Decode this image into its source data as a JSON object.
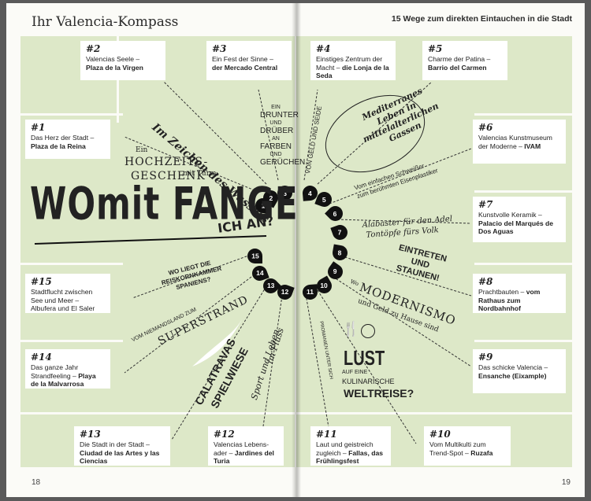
{
  "header": {
    "left_title": "Ihr Valencia-Kompass",
    "right_title": "15 Wege zum direkten Eintauchen in die Stadt"
  },
  "pages": {
    "left": "18",
    "right": "19"
  },
  "center": {
    "title_line1": "WOmit FANGE",
    "title_line2": "ICH AN?"
  },
  "boxes": [
    {
      "num": "#1",
      "line1": "Das Herz der Stadt –",
      "bold": "Plaza de la Reina"
    },
    {
      "num": "#2",
      "line1": "Valencias Seele –",
      "bold": "Plaza de la Virgen"
    },
    {
      "num": "#3",
      "line1": "Ein Fest der Sinne –",
      "bold": "der Mercado Central"
    },
    {
      "num": "#4",
      "line1": "Einstiges Zentrum der Macht –",
      "bold": "die Lonja de la Seda"
    },
    {
      "num": "#5",
      "line1": "Charme der Patina –",
      "bold": "Barrio del Carmen"
    },
    {
      "num": "#6",
      "line1": "Valencias Kunstmuseum der Moderne –",
      "bold": "IVAM"
    },
    {
      "num": "#7",
      "line1": "Kunstvolle Keramik –",
      "bold": "Palacio del Marqués de Dos Aguas"
    },
    {
      "num": "#8",
      "line1": "Prachtbauten –",
      "bold": "vom Rathaus zum Nordbahnhof"
    },
    {
      "num": "#9",
      "line1": "Das schicke Valencia –",
      "bold": "Ensanche (Eixample)"
    },
    {
      "num": "#10",
      "line1": "Vom Multikulti zum Trend-Spot –",
      "bold": "Ruzafa"
    },
    {
      "num": "#11",
      "line1": "Laut und geistreich zugleich –",
      "bold": "Fallas, das Frühlingsfest"
    },
    {
      "num": "#12",
      "line1": "Valencias Lebens-ader –",
      "bold": "Jardines del Turia"
    },
    {
      "num": "#13",
      "line1": "Die Stadt in der Stadt –",
      "bold": "Ciudad de las Artes y las Ciencias"
    },
    {
      "num": "#14",
      "line1": "Das ganze Jahr Strandfeeling –",
      "bold": "Playa de la Malvarrosa"
    },
    {
      "num": "#15",
      "line1": "Stadtflucht zwischen See und Meer – Albufera und El Saler",
      "bold": ""
    }
  ],
  "drops": [
    "1",
    "2",
    "3",
    "4",
    "5",
    "6",
    "7",
    "8",
    "9",
    "10",
    "11",
    "12",
    "13",
    "14",
    "15"
  ],
  "phrases": {
    "p1a": "Ein",
    "p1b": "HOCHZEITS-",
    "p1c": "GESCHENK",
    "p1d": "mit Turm",
    "p2": "Im Zeichen des Wassers",
    "p3a": "EIN",
    "p3b": "DRUNTER",
    "p3c": "UND",
    "p3d": "DRÜBER",
    "p3e": "AN",
    "p3f": "FARBEN",
    "p3g": "UND",
    "p3h": "GERÜCHEN",
    "p4": "VON GELD UND SEIDE",
    "p5a": "Mediterranes",
    "p5b": "Leben in",
    "p5c": "mittelalterlichen",
    "p5d": "Gassen",
    "p6a": "Vom einfachen Schweißer",
    "p6b": "zum berühmten Eisenplastiker",
    "p7a": "Alabaster für den Adel",
    "p7b": "Tontöpfe fürs Volk",
    "p8a": "EINTRETEN",
    "p8b": "UND",
    "p8c": "STAUNEN!",
    "p9a": "Wo",
    "p9b": "MODERNISMO",
    "p9c": "und Geld zu Hause sind",
    "p10a": "LUST",
    "p10b": "AUF EINE",
    "p10c": "KULINARISCHE",
    "p10d": "WELTREISE?",
    "p11": "PROMANIEN UNTER SICH",
    "p12a": "Sport und Leben",
    "p12b": "im Fluss",
    "p13a": "CALATRAVAS",
    "p13b": "SPIELWIESE",
    "p14a": "VOM NIEMANDSLAND ZUM",
    "p14b": "SUPERSTRAND",
    "p15a": "WO LIEGT DIE",
    "p15b": "REISKORNKAMMER",
    "p15c": "SPANIENS?"
  },
  "colors": {
    "green": "#dde8c8",
    "ink": "#111111",
    "page": "#fbfbf7"
  }
}
